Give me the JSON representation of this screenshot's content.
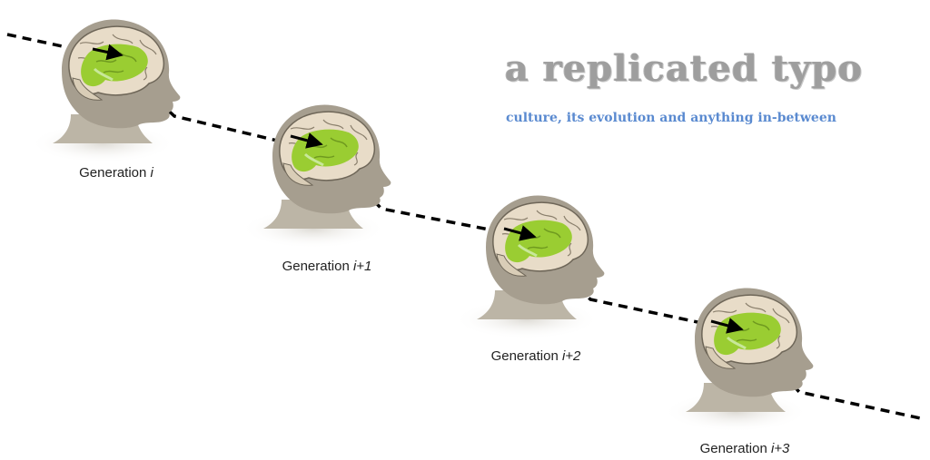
{
  "blog": {
    "title": "a replicated typo",
    "tagline": "culture, its evolution and anything in-between"
  },
  "generations": [
    {
      "label": "Generation ",
      "index": "i"
    },
    {
      "label": "Generation ",
      "index": "i+1"
    },
    {
      "label": "Generation ",
      "index": "i+2"
    },
    {
      "label": "Generation ",
      "index": "i+3"
    }
  ],
  "colors": {
    "head": "#a69e8f",
    "brain": "#e8dcc8",
    "language_area": "#9acd32",
    "transmission_line": "#000000",
    "tagline": "#5a8ad0"
  },
  "icons": [
    "child-head-icon",
    "brain-icon",
    "arrow-icon"
  ]
}
